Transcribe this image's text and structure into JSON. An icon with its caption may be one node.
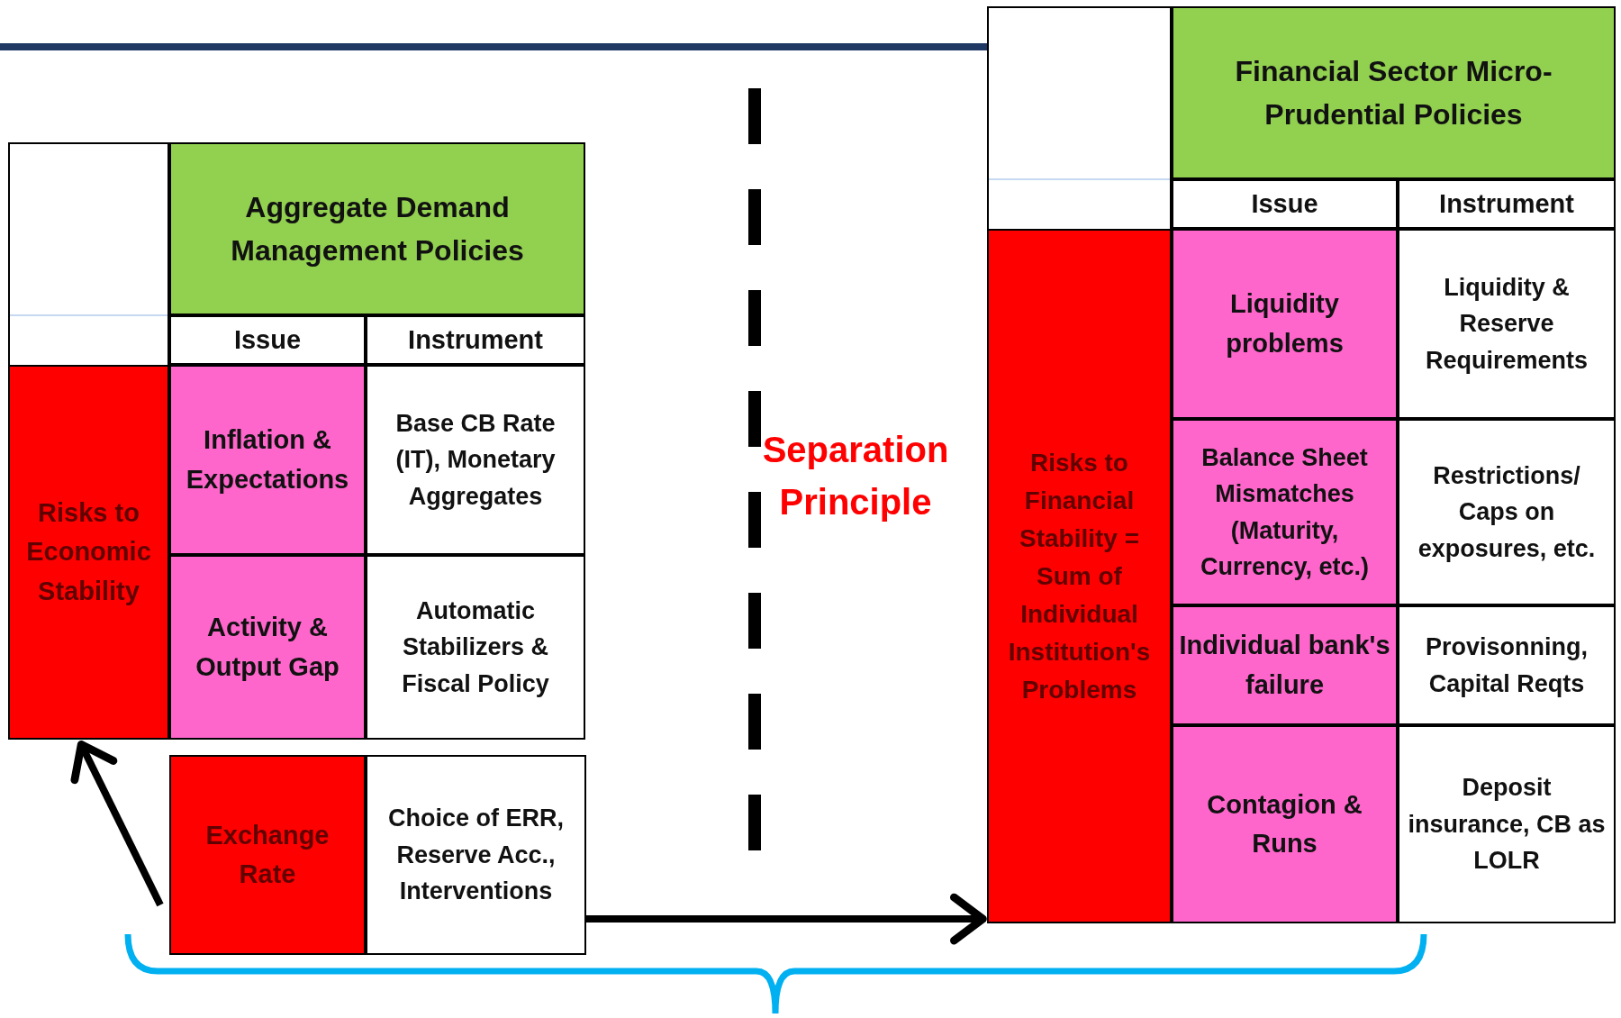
{
  "diagram": {
    "nodes": [
      {
        "text": [],
        "shape": "box"
      },
      {
        "text": [
          "Aggregate Demand Management Policies"
        ]
      },
      {
        "text": [
          "Issue"
        ]
      },
      {
        "text": [
          "Instrument"
        ]
      },
      {
        "text": [
          "Risks to Economic Stability"
        ]
      },
      {
        "text": [
          "Inflation & Expectations"
        ]
      },
      {
        "text": [
          "Base CB Rate (IT), Monetary Aggregates"
        ]
      },
      {
        "text": [
          "Activity & Output Gap"
        ]
      },
      {
        "text": [
          "Automatic Stabilizers & Fiscal Policy"
        ]
      },
      {
        "text": [
          "Exchange Rate"
        ]
      },
      {
        "text": [
          "Choice of ERR, Reserve Acc., Interventions"
        ]
      },
      {
        "text": [],
        "shape": "box"
      },
      {
        "text": [
          "Financial Sector Micro-Prudential Policies"
        ]
      },
      {
        "text": [
          "Issue"
        ]
      },
      {
        "text": [
          "Instrument"
        ]
      },
      {
        "text": [
          "Risks to Financial Stability = Sum of Individual Institution's Problems"
        ]
      },
      {
        "text": [
          "Liquidity problems"
        ]
      },
      {
        "text": [
          "Liquidity & Reserve Requirements"
        ]
      },
      {
        "text": [
          "Balance Sheet Mismatches (Maturity, Currency, etc.)"
        ]
      },
      {
        "text": [
          "Restrictions/ Caps on exposures, etc."
        ]
      },
      {
        "text": [
          "Individual bank's failure"
        ]
      },
      {
        "text": [
          "Provisonning, Capital Reqts"
        ]
      },
      {
        "text": [
          "Contagion & Runs"
        ]
      },
      {
        "text": [
          "Deposit insurance, CB as LOLR"
        ]
      }
    ],
    "edges": [
      {
        "from": 9,
        "to": 4,
        "arrow": "to"
      },
      {
        "from": 10,
        "to": 15,
        "arrow": "to"
      }
    ],
    "labels": [
      "Separation Principle"
    ]
  }
}
